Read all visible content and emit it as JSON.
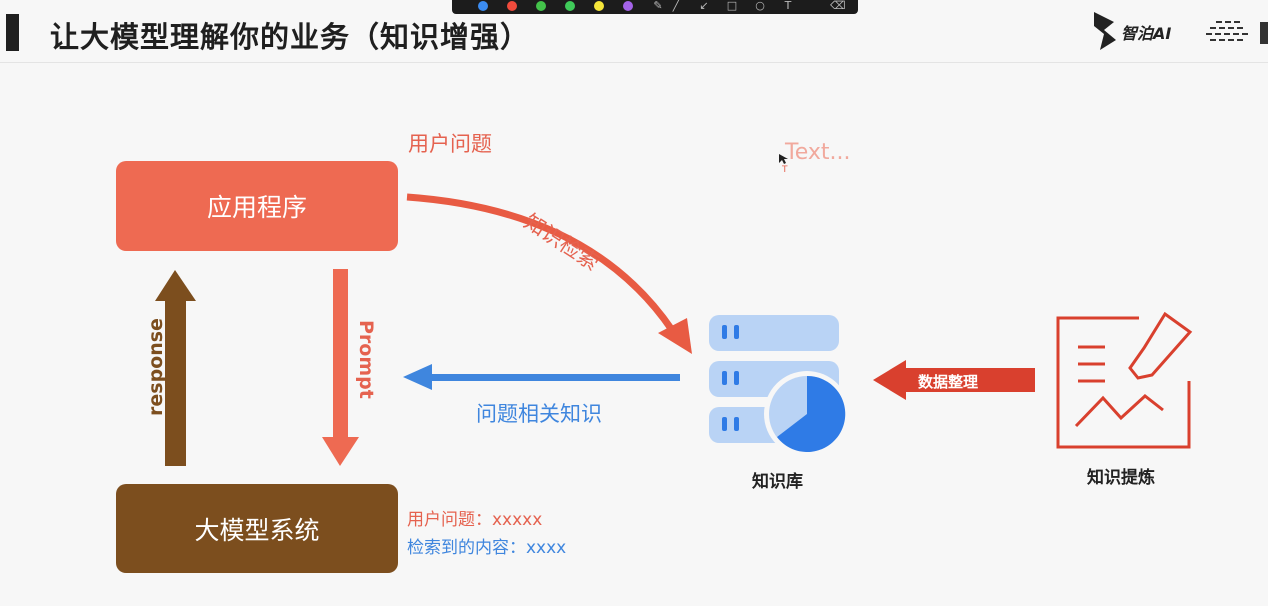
{
  "header": {
    "title": "让大模型理解你的业务（知识增强）",
    "logo_text": "智泊AI"
  },
  "toolbar": {
    "dots": [
      "#3b8cf2",
      "#f04b3c",
      "#43c24a",
      "#3fca59",
      "#f5e53a",
      "#a463e8"
    ],
    "icons": [
      "pen-icon",
      "slash-icon",
      "arrow-icon",
      "square-icon",
      "circle-icon",
      "text-icon",
      "eraser-icon"
    ]
  },
  "nodes": {
    "app": "应用程序",
    "llm": "大模型系统",
    "kb": "知识库",
    "refine": "知识提炼"
  },
  "edges": {
    "user_question": "用户问题",
    "retrieval": "知识检索",
    "related_knowledge": "问题相关知识",
    "data_cleanup": "数据整理",
    "prompt": "Prompt",
    "response": "response"
  },
  "annotations": {
    "prompt_question": "用户问题：xxxxx",
    "prompt_retrieved": "检索到的内容：xxxx",
    "text_placeholder": "Text...",
    "cursor_mark": "T"
  },
  "colors": {
    "app": "#ee6a52",
    "llm": "#7c4e1e",
    "retrieval_arrow": "#e85b43",
    "knowledge_arrow": "#3f86de",
    "cleanup_arrow": "#d9402e",
    "db_light": "#b9d3f5",
    "db_accent": "#2f7be6"
  }
}
